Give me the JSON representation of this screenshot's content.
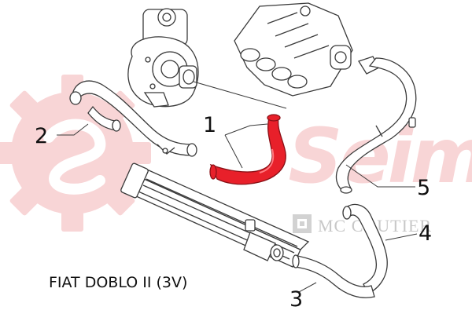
{
  "caption": "FIAT DOBLO II (3V)",
  "callouts": {
    "c1": "1",
    "c2": "2",
    "c3": "3",
    "c4": "4",
    "c5": "5"
  },
  "watermarks": {
    "seim_logo_text": "Seim",
    "partner_text": "MC COUTIER"
  },
  "colors": {
    "highlight_part": "#e8202a",
    "watermark": "#f4b3b6",
    "outline": "#3a3a3a",
    "watermark_grey": "#c8c8c8"
  },
  "icons": {
    "brand_logo": "seim-gear-logo",
    "partner_logo": "mc-coutier-logo"
  }
}
